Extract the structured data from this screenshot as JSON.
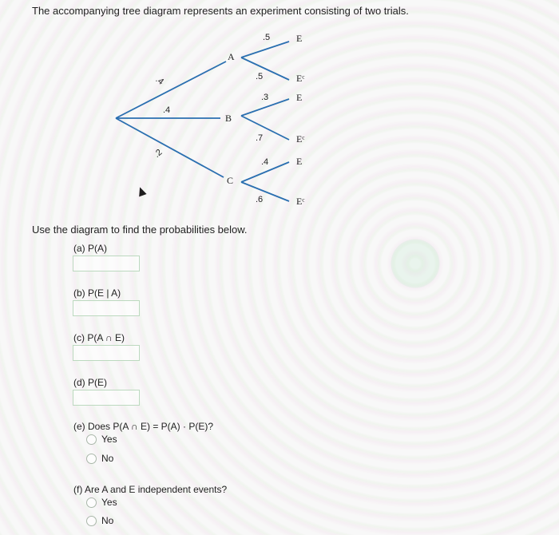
{
  "intro": "The accompanying tree diagram represents an experiment consisting of two trials.",
  "tree": {
    "first_trial": {
      "labels": [
        "A",
        "B",
        "C"
      ],
      "probabilities": [
        ".4",
        ".4",
        ".2"
      ]
    },
    "second_trial": {
      "outcomes": [
        "E",
        "Eᶜ",
        "E",
        "Eᶜ",
        "E",
        "Eᶜ"
      ],
      "probabilities": [
        ".5",
        ".5",
        ".3",
        ".7",
        ".4",
        ".6"
      ]
    }
  },
  "instruction": "Use the diagram to find the probabilities below.",
  "questions": {
    "a": "(a)  P(A)",
    "b": "(b)  P(E | A)",
    "c": "(c)  P(A ∩ E)",
    "d": "(d)  P(E)",
    "e": "(e) Does P(A ∩ E) = P(A) · P(E)?",
    "f": "(f) Are A and E independent events?"
  },
  "options": {
    "yes": "Yes",
    "no": "No"
  },
  "colors": {
    "line": "#2a6fb0",
    "field_border": "#bcd9bf"
  }
}
